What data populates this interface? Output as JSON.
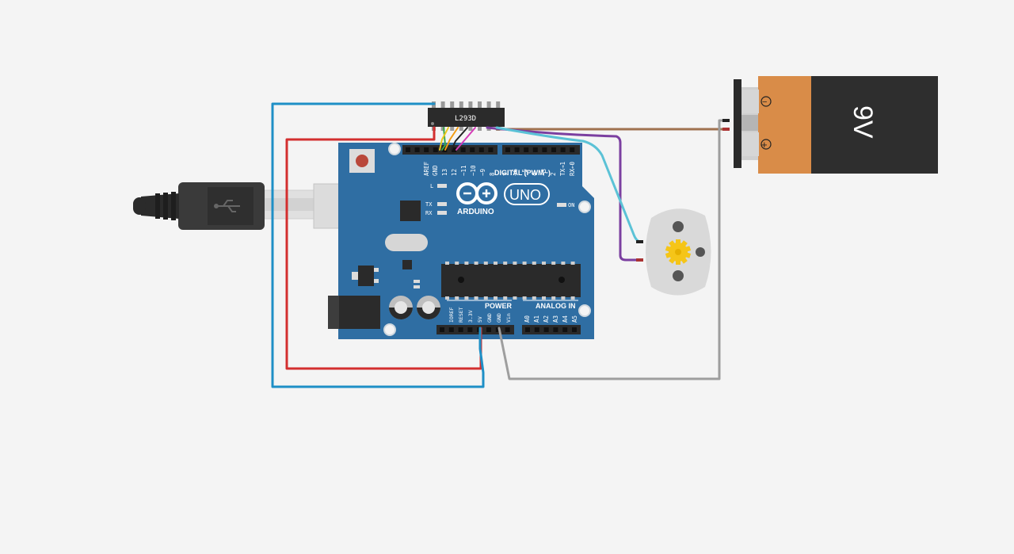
{
  "circuit": {
    "driver_ic": {
      "label": "L293D"
    },
    "arduino": {
      "brand": "ARDUINO",
      "model": "UNO",
      "digital_header_label": "DIGITAL (PWM~)",
      "power_label": "POWER",
      "analog_label": "ANALOG IN",
      "led_labels": {
        "l": "L",
        "tx": "TX",
        "rx": "RX",
        "on": "ON"
      },
      "digital_pins": [
        "AREF",
        "GND",
        "13",
        "12",
        "~11",
        "~10",
        "~9",
        "8",
        "7",
        "~6",
        "~5",
        "4",
        "~3",
        "2",
        "TX→1",
        "RX←0"
      ],
      "power_pins": [
        "IOREF",
        "RESET",
        "3.3V",
        "5V",
        "GND",
        "GND",
        "Vin"
      ],
      "analog_pins": [
        "A0",
        "A1",
        "A2",
        "A3",
        "A4",
        "A5"
      ]
    },
    "battery": {
      "voltage_label": "9V",
      "negative_symbol": "−",
      "positive_symbol": "+"
    },
    "wire_colors": {
      "red": "#d32f2f",
      "blue": "#1e8fc6",
      "brown": "#a0714f",
      "purple": "#7b3fa0",
      "cyan": "#5bc2d6",
      "gray": "#9e9e9e",
      "green": "#3aa84a",
      "orange": "#f39c12",
      "black": "#222222",
      "magenta": "#d63bb8",
      "yellow": "#e8c81e"
    },
    "board_color": "#2f6ea3",
    "battery_colors": {
      "top": "#d98c48",
      "body": "#2e2e2e"
    }
  }
}
